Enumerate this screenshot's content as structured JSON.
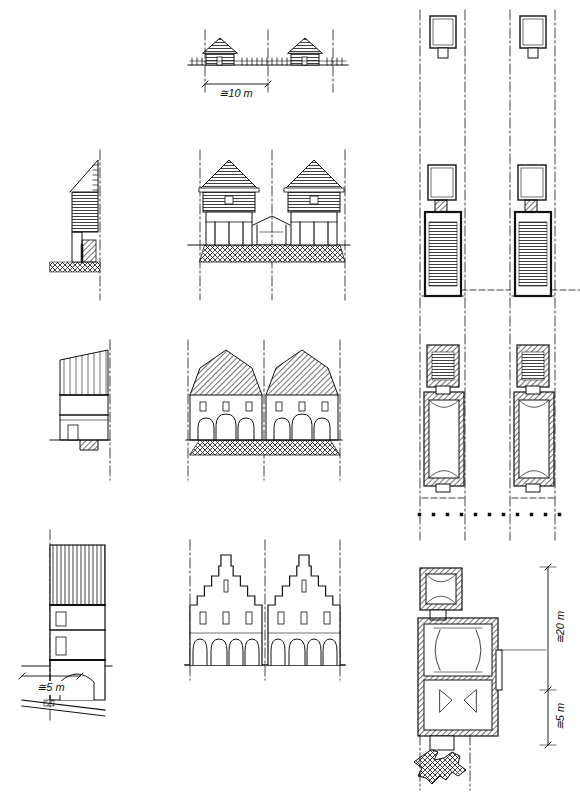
{
  "diagram": {
    "labels": [
      "≅10 m",
      "≅20 m",
      "≅5 m",
      "≅5 m"
    ]
  }
}
